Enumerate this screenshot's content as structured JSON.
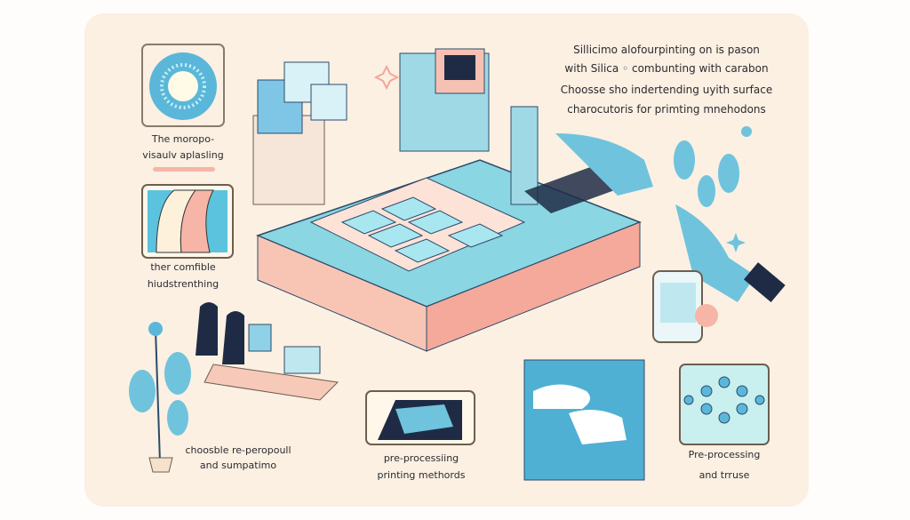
{
  "top_right_text": {
    "line1": "Sillicimo alofourpinting on is pason",
    "line2": "with Silica ◦ combunting with carabon",
    "line3": "Choosse sho indertending uyith surface",
    "line4": "charocutoris for primting mnehodons"
  },
  "left_panel": {
    "caption1": [
      "The moropo-",
      "visaulv aplasling"
    ],
    "caption2": [
      "ther comfible",
      "hiudstrenthing"
    ]
  },
  "bottom_captions": {
    "workers": [
      "choosble re-peropoull",
      "and sumpatimo"
    ],
    "printing": [
      "pre-processiing",
      "printing methords"
    ],
    "molecule": [
      "Pre-processing",
      "and trruse"
    ]
  },
  "colors": {
    "cream": "#fbf0e2",
    "teal": "#7fd3df",
    "blue": "#5bb7d9",
    "pink": "#f6b5a6",
    "navy": "#1f2b45"
  }
}
